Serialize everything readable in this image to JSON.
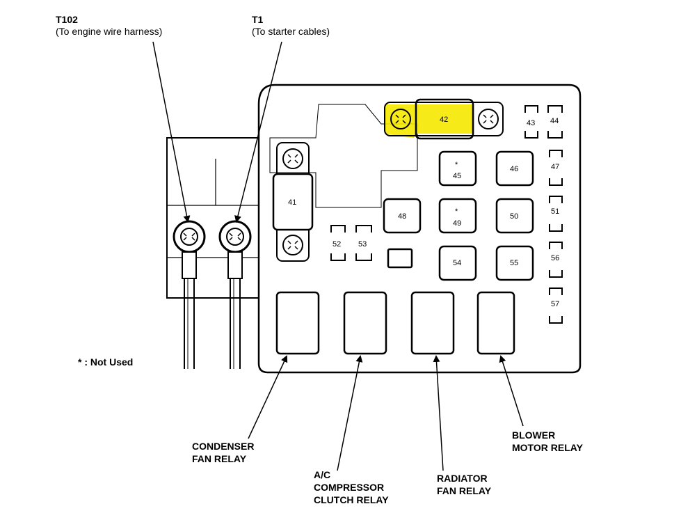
{
  "terminals": {
    "t102": {
      "id": "T102",
      "desc": "(To engine wire harness)"
    },
    "t1": {
      "id": "T1",
      "desc": "(To starter cables)"
    }
  },
  "note": "* : Not Used",
  "highlight_color": "#f5e800",
  "fuses": {
    "f41": "41",
    "f42": "42",
    "f43": "43",
    "f44": "44",
    "f45": "45",
    "f46": "46",
    "f47": "47",
    "f48": "48",
    "f49": "49",
    "f50": "50",
    "f51": "51",
    "f52": "52",
    "f53": "53",
    "f54": "54",
    "f55": "55",
    "f56": "56",
    "f57": "57"
  },
  "not_used_mark": "*",
  "relays": {
    "condenser": [
      "CONDENSER",
      "FAN RELAY"
    ],
    "ac": [
      "A/C",
      "COMPRESSOR",
      "CLUTCH RELAY"
    ],
    "radiator": [
      "RADIATOR",
      "FAN RELAY"
    ],
    "blower": [
      "BLOWER",
      "MOTOR RELAY"
    ]
  }
}
